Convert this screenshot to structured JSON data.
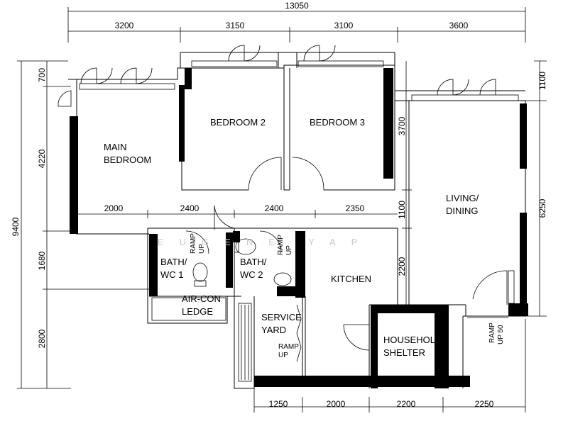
{
  "dimensions": {
    "overall_width": "13050",
    "top": [
      "3200",
      "3150",
      "3100",
      "3600"
    ],
    "bottom": [
      "1250",
      "2000",
      "2200",
      "2250"
    ],
    "interior": [
      "2000",
      "2400",
      "2400",
      "2350"
    ],
    "left_overall": "9400",
    "left": [
      "700",
      "4220",
      "1680",
      "2800"
    ],
    "mid_vertical": [
      "3700",
      "1100",
      "2200"
    ],
    "right": [
      "1100",
      "6250"
    ]
  },
  "rooms": {
    "main_bedroom": [
      "MAIN",
      "BEDROOM"
    ],
    "bedroom2": "BEDROOM 2",
    "bedroom3": "BEDROOM 3",
    "living_dining": [
      "LIVING/",
      "DINING"
    ],
    "kitchen": "KITCHEN",
    "bath1": [
      "BATH/",
      "WC 1"
    ],
    "bath2": [
      "BATH/",
      "WC 2"
    ],
    "aircon": [
      "AIR-CON",
      "LEDGE"
    ],
    "service_yard": [
      "SERVICE",
      "YARD"
    ],
    "household_shelter": [
      "HOUSEHOLD",
      "SHELTER"
    ]
  },
  "ramps": {
    "ramp_up": [
      "RAMP",
      "UP"
    ],
    "ramp_up_50": [
      "RAMP",
      "UP 50"
    ]
  },
  "watermark": "EUGENE YAP"
}
